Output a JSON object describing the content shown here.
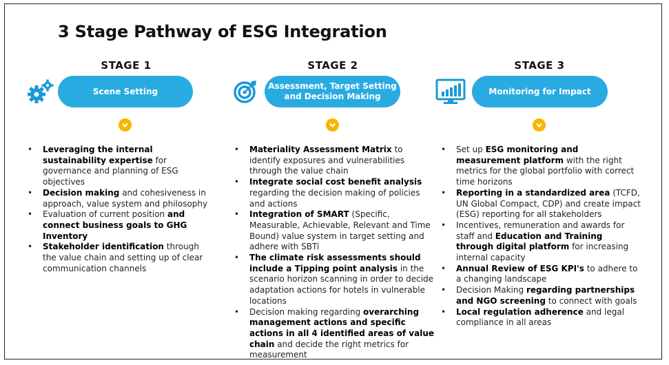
{
  "title": "3 Stage Pathway of ESG Integration",
  "colors": {
    "pill": "#29abe2",
    "arrow": "#f7b500",
    "icon": "#1a9ad6"
  },
  "stages": [
    {
      "label": "STAGE 1",
      "pill_line1": "Scene Setting",
      "pill_line2": "",
      "icon": "gears-icon",
      "bullets": [
        [
          {
            "t": "Leveraging the internal sustainability expertise",
            "b": true
          },
          {
            "t": " for governance and planning of ESG objectives",
            "b": false
          }
        ],
        [
          {
            "t": "Decision making",
            "b": true
          },
          {
            "t": " and cohesiveness in approach, value system and philosophy",
            "b": false
          }
        ],
        [
          {
            "t": "Evaluation of current position ",
            "b": false
          },
          {
            "t": "and connect business goals to GHG Inventory",
            "b": true
          }
        ],
        [
          {
            "t": "Stakeholder identification",
            "b": true
          },
          {
            "t": " through the value chain and setting up of clear communication channels",
            "b": false
          }
        ]
      ]
    },
    {
      "label": "STAGE 2",
      "pill_line1": "Assessment, Target Setting",
      "pill_line2": "and Decision Making",
      "icon": "target-icon",
      "bullets": [
        [
          {
            "t": "Materiality Assessment Matrix",
            "b": true
          },
          {
            "t": " to identify exposures and vulnerabilities through the value chain",
            "b": false
          }
        ],
        [
          {
            "t": "Integrate social cost benefit analysis",
            "b": true
          },
          {
            "t": " regarding the decision making of policies and actions",
            "b": false
          }
        ],
        [
          {
            "t": "Integration of SMART",
            "b": true
          },
          {
            "t": " (Specific, Measurable, Achievable, Relevant and Time Bound)  value system in target setting and adhere with SBTi",
            "b": false
          }
        ],
        [
          {
            "t": "The climate risk assessments should include a Tipping point analysis",
            "b": true
          },
          {
            "t": " in the scenario horizon scanning in order to decide adaptation actions for hotels in vulnerable locations",
            "b": false
          }
        ],
        [
          {
            "t": "Decision making regarding ",
            "b": false
          },
          {
            "t": "overarching management actions and specific actions in all 4 identified areas of value chain",
            "b": true
          },
          {
            "t": " and decide the right metrics for measurement",
            "b": false
          }
        ]
      ]
    },
    {
      "label": "STAGE 3",
      "pill_line1": "Monitoring for Impact",
      "pill_line2": "",
      "icon": "monitor-chart-icon",
      "bullets": [
        [
          {
            "t": "Set up ",
            "b": false
          },
          {
            "t": "ESG monitoring and measurement platform",
            "b": true
          },
          {
            "t": " with the right metrics for the global portfolio with correct time horizons",
            "b": false
          }
        ],
        [
          {
            "t": "Reporting in a standardized area",
            "b": true
          },
          {
            "t": " (TCFD, UN Global Compact, CDP) and create impact (ESG) reporting for all stakeholders",
            "b": false
          }
        ],
        [
          {
            "t": "Incentives, remuneration and awards for staff and ",
            "b": false
          },
          {
            "t": "Education and Training through digital platform",
            "b": true
          },
          {
            "t": " for increasing internal capacity",
            "b": false
          }
        ],
        [
          {
            "t": "Annual Review of ESG KPI's",
            "b": true
          },
          {
            "t": " to adhere to a changing landscape",
            "b": false
          }
        ],
        [
          {
            "t": "Decision Making ",
            "b": false
          },
          {
            "t": "regarding partnerships and NGO screening",
            "b": true
          },
          {
            "t": " to connect with goals",
            "b": false
          }
        ],
        [
          {
            "t": "Local regulation adherence",
            "b": true
          },
          {
            "t": " and legal compliance in all areas",
            "b": false
          }
        ]
      ]
    }
  ]
}
